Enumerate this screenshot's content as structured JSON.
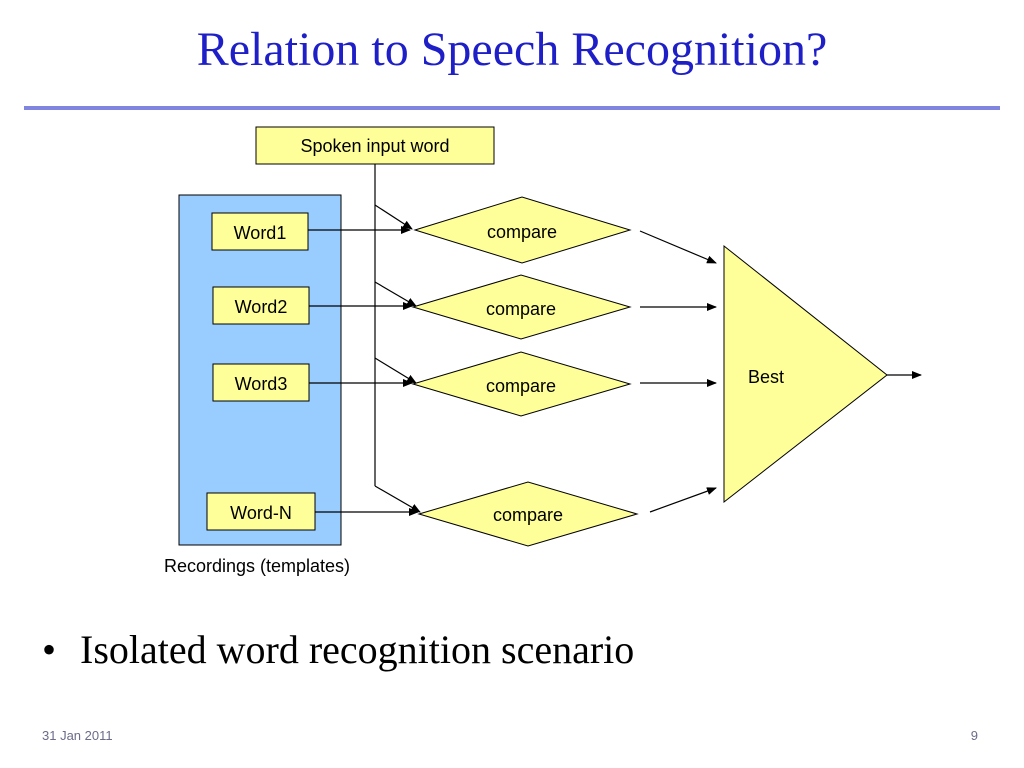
{
  "slide": {
    "title": "Relation to Speech Recognition?",
    "bullet_symbol": "•",
    "bullet": "Isolated word recognition scenario",
    "footer_date": "31 Jan 2011",
    "page_number": "9"
  },
  "diagram": {
    "input_label": "Spoken input word",
    "templates_caption": "Recordings (templates)",
    "templates": [
      "Word1",
      "Word2",
      "Word3",
      "Word-N"
    ],
    "compare_label": "compare",
    "selector_label": "Best",
    "colors": {
      "box_fill": "#ffff99",
      "panel_fill": "#99ccff",
      "title": "#1f1fc8",
      "rule": "#8086e0"
    }
  }
}
